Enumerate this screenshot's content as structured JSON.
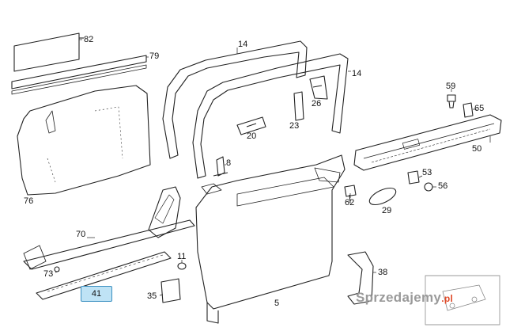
{
  "diagram": {
    "part_labels": [
      "82",
      "79",
      "14",
      "14",
      "59",
      "65",
      "26",
      "23",
      "20",
      "76",
      "8",
      "50",
      "53",
      "56",
      "62",
      "29",
      "70",
      "11",
      "73",
      "41",
      "35",
      "5",
      "38"
    ],
    "highlighted_label": "41"
  },
  "watermark": {
    "text": "Sprzedajemy",
    "suffix": ".pl"
  }
}
